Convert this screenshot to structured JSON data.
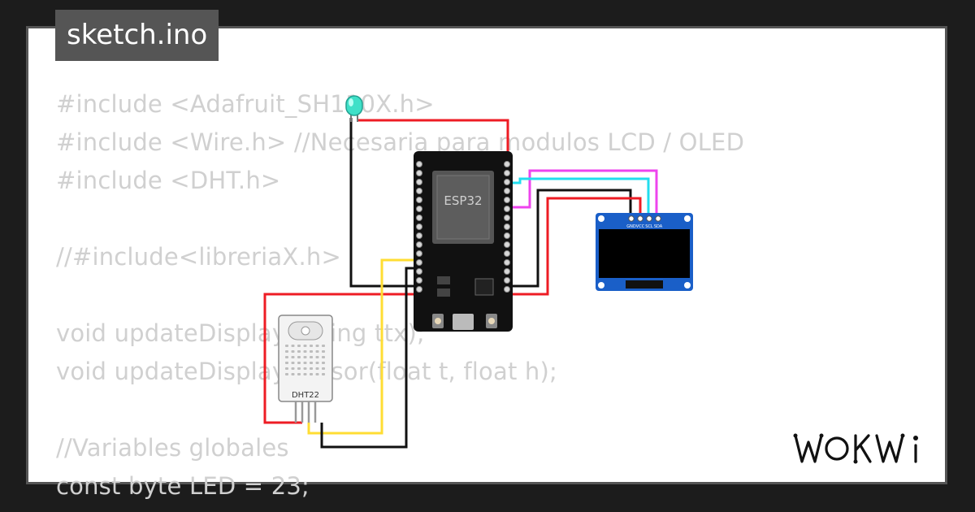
{
  "tab": {
    "filename": "sketch.ino"
  },
  "code_lines": [
    "#include <Adafruit_SH110X.h>",
    "#include <Wire.h> //Necesaria para modulos LCD / OLED",
    "#include <DHT.h>",
    "",
    "//#include<libreriaX.h>",
    "",
    "void updateDisplay(String ttx);",
    "void updateDisplaySensor(float t, float h);",
    "",
    "//Variables globales",
    "const byte LED = 23;"
  ],
  "components": {
    "esp32_label": "ESP32",
    "dht_label": "DHT22",
    "oled_pins": [
      "GND",
      "VCC",
      "SCL",
      "SDA"
    ]
  },
  "wire_colors": {
    "red": "#ee1c24",
    "black": "#111111",
    "yellow": "#ffdd33",
    "cyan": "#22ddee",
    "magenta": "#ee44ee",
    "led": "#3fe0c8"
  },
  "brand": {
    "logo": "WOKWi"
  }
}
